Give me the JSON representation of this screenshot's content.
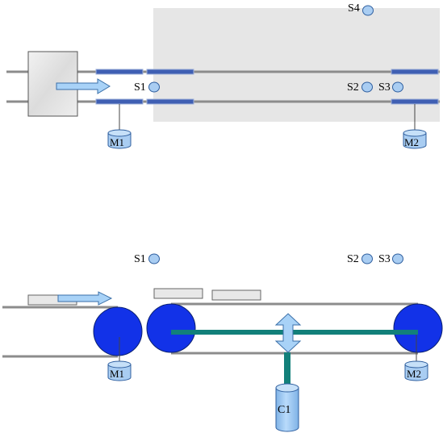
{
  "colors": {
    "zone_fill": "#e6e6e6",
    "rail_gray": "#8c8c8c",
    "belt_blue": "#3f5fb3",
    "belt_edge": "#9fb0d8",
    "sensor_fill": "#a9cdf2",
    "sensor_stroke": "#2f5f9f",
    "roller_blue": "#1232e8",
    "roller_stroke": "#0a2070",
    "shaft_teal": "#12807a",
    "arrow_fill": "#a8d2f7",
    "arrow_stroke": "#3a6fa8",
    "carton_fill": "#e8e8e8",
    "carton_stroke": "#666666"
  },
  "top_view": {
    "sensors": {
      "s1": "S1",
      "s2": "S2",
      "s3": "S3",
      "s4": "S4"
    },
    "motors": {
      "m1": "M1",
      "m2": "M2"
    }
  },
  "side_view": {
    "sensors": {
      "s1": "S1",
      "s2": "S2",
      "s3": "S3"
    },
    "motors": {
      "m1": "M1",
      "m2": "M2"
    },
    "cylinder": "C1"
  }
}
